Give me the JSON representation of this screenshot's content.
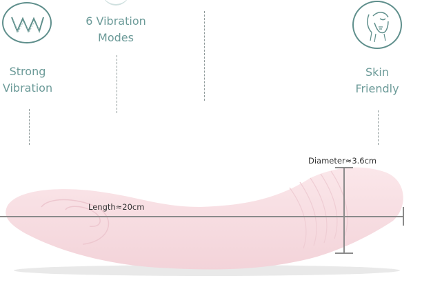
{
  "features": [
    {
      "id": "strong-vibration",
      "line1": "Strong",
      "line2": "Vibration",
      "icon": "wave-icon"
    },
    {
      "id": "vibration-modes",
      "line1": "6 Vibration",
      "line2": "Modes",
      "icon": "partial-icon"
    },
    {
      "id": "skin-friendly",
      "line1": "Skin",
      "line2": "Friendly",
      "icon": "face-icon"
    }
  ],
  "dimensions": {
    "length": "Length≈20cm",
    "diameter": "Diameter≈3.6cm"
  },
  "colors": {
    "accent": "#5f8f8c",
    "label": "#6b9a98",
    "product": "#f7dde2",
    "dimension_line": "#8a8a8a"
  }
}
